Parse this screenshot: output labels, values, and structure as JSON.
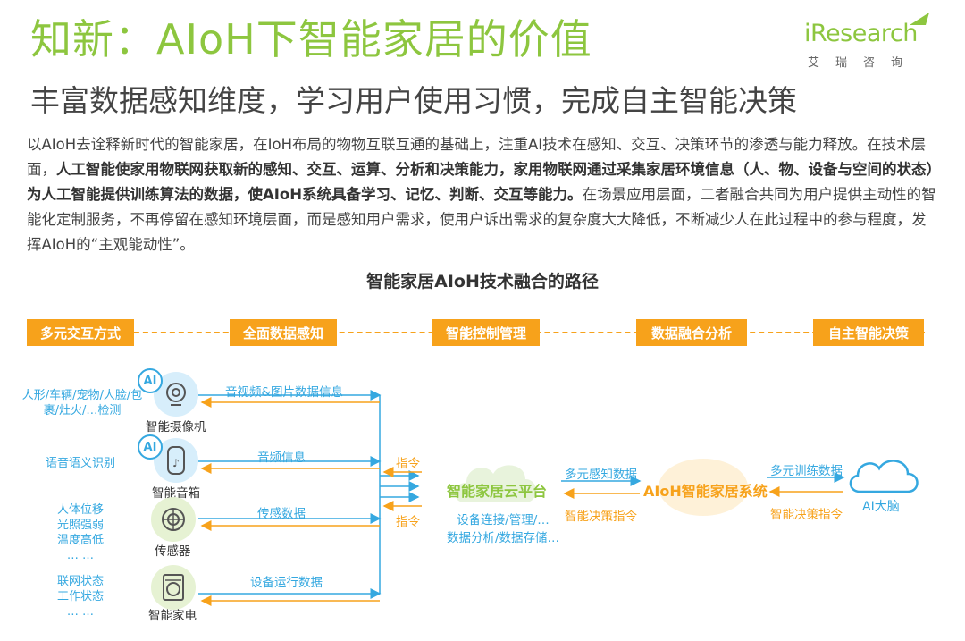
{
  "header": {
    "title": "知新：AIoH下智能家居的价值",
    "subtitle": "丰富数据感知维度，学习用户使用习惯，完成自主智能决策",
    "logo_word": "iResearch",
    "logo_cn": "艾瑞咨询"
  },
  "intro": {
    "p1": "以AIoH去诠释新时代的智能家居，在IoH布局的物物互联互通的基础上，注重AI技术在感知、交互、决策环节的渗透与能力释放。在技术层面，",
    "p2_bold": "人工智能使家用物联网获取新的感知、交互、运算、分析和决策能力，家用物联网通过采集家居环境信息（人、物、设备与空间的状态）为人工智能提供训练算法的数据，使AIoH系统具备学习、记忆、判断、交互等能力。",
    "p3": "在场景应用层面，二者融合共同为用户提供主动性的智能化定制服务，不再停留在感知环境层面，而是感知用户需求，使用户诉出需求的复杂度大大降低，不断减少人在此过程中的参与程度，发挥AIoH的“主观能动性”。"
  },
  "diagram": {
    "title": "智能家居AIoH技术融合的路径",
    "stages": [
      "多元交互方式",
      "全面数据感知",
      "智能控制管理",
      "数据融合分析",
      "自主智能决策"
    ],
    "devices": [
      {
        "label": "智能摄像机",
        "badge": "AI",
        "left_text": "人形/车辆/宠物/人脸/包裹/灶火/…检测",
        "flow": "音视频&图片数据信息"
      },
      {
        "label": "智能音箱",
        "badge": "AI",
        "left_text": "语音语义识别",
        "flow": "音频信息"
      },
      {
        "label": "传感器",
        "left_text": "人体位移\n光照强弱\n温度高低\n… …",
        "flow": "传感数据"
      },
      {
        "label": "智能家电",
        "left_text": "联网状态\n工作状态\n… …",
        "flow": "设备运行数据"
      }
    ],
    "command_label": "指令",
    "platform": {
      "name": "智能家居云平台",
      "desc": "设备连接/管理/…\n数据分析/数据存储…"
    },
    "platform_to_system": "多元感知数据",
    "system_to_platform": "智能决策指令",
    "system": {
      "name": "AIoH智能家居系统"
    },
    "system_to_brain": "多元训练数据",
    "brain_to_system": "智能决策指令",
    "brain": {
      "name": "AI大脑"
    }
  },
  "colors": {
    "green": "#8dc63f",
    "orange": "#f7a21b",
    "blue": "#35a8e0"
  }
}
